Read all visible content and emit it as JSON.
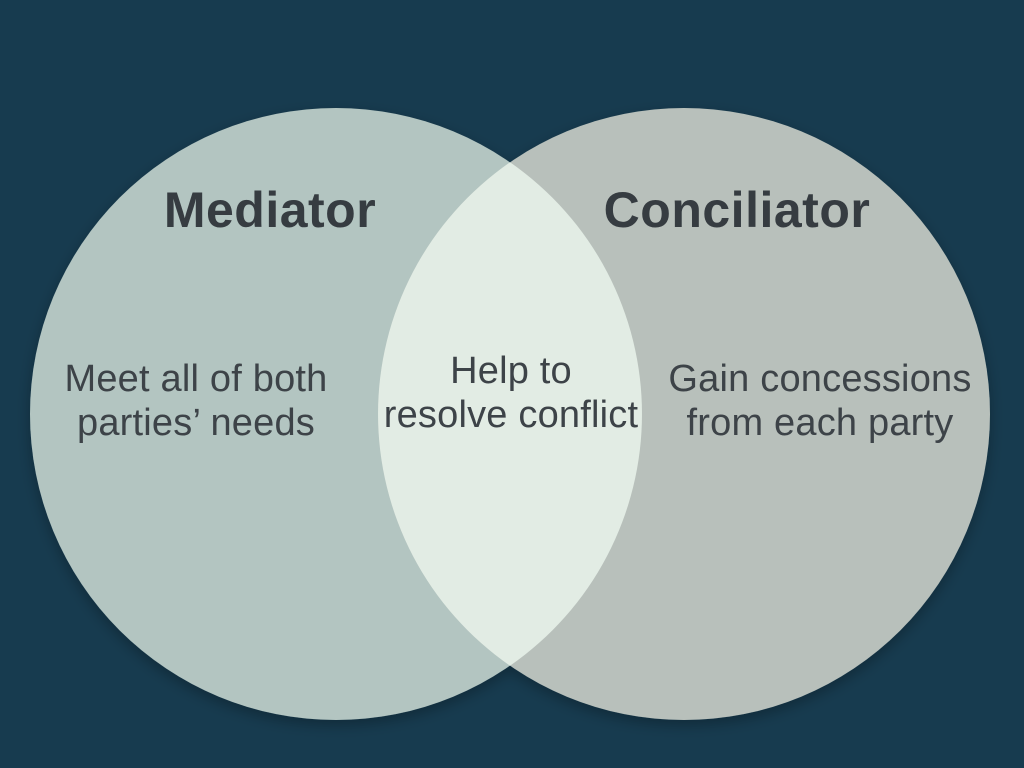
{
  "slide": {
    "background_color": "#173b4f"
  },
  "venn": {
    "title_color": "#363c41",
    "label_color": "#3d4348",
    "left_circle": {
      "title": "Mediator",
      "label_line1": "Meet all of both",
      "label_line2": "parties’ needs",
      "fill": "#b3c5c1"
    },
    "right_circle": {
      "title": "Conciliator",
      "label_line1": "Gain concessions",
      "label_line2": "from each party",
      "fill": "#b8c0bb"
    },
    "overlap": {
      "label_line1": "Help to",
      "label_line2": "resolve conflict",
      "fill": "#e2ece4"
    }
  }
}
